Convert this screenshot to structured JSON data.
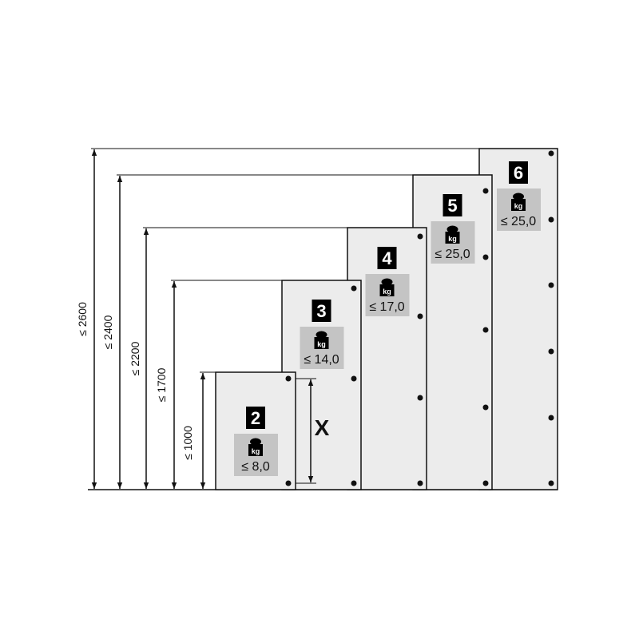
{
  "colors": {
    "panel": "#ececec",
    "weight_box": "#c4c4c4",
    "line": "#111111",
    "badge": "#000000"
  },
  "icons": {
    "weight": "kg-weight-icon",
    "hole": "mounting-hole-dot"
  },
  "x_label": "X",
  "panels": [
    {
      "number": "2",
      "weight": "≤ 8,0",
      "height_label": "≤ 1000"
    },
    {
      "number": "3",
      "weight": "≤ 14,0",
      "height_label": "≤ 1700"
    },
    {
      "number": "4",
      "weight": "≤ 17,0",
      "height_label": "≤ 2200"
    },
    {
      "number": "5",
      "weight": "≤ 25,0",
      "height_label": "≤ 2400"
    },
    {
      "number": "6",
      "weight": "≤ 25,0",
      "height_label": "≤ 2600"
    }
  ],
  "kg_text": "kg"
}
